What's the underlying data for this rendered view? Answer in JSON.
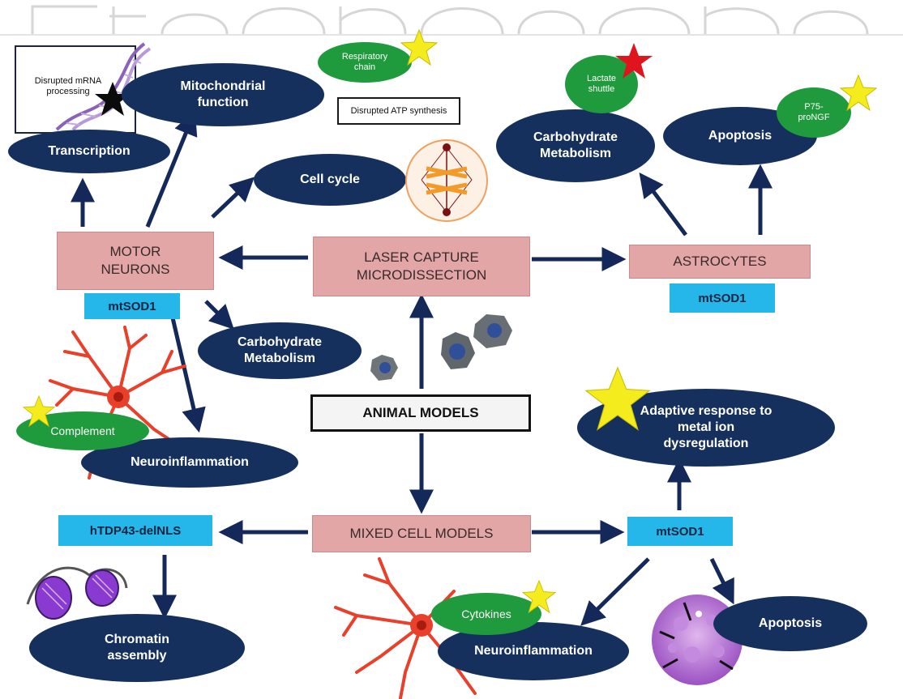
{
  "nodes": {
    "laser": "LASER CAPTURE\nMICRODISSECTION",
    "animal_models": "ANIMAL MODELS",
    "mixed_cell_models": "MIXED CELL MODELS",
    "motor_neurons": "MOTOR\nNEURONS",
    "astrocytes": "ASTROCYTES",
    "mtsod1_motor": "mtSOD1",
    "mtsod1_astro": "mtSOD1",
    "mtsod1_mixed": "mtSOD1",
    "htdp43": "hTDP43-delNLS",
    "transcription": "Transcription",
    "mito_function": "Mitochondrial\nfunction",
    "respiratory_chain": "Respiratory\nchain",
    "disrupted_atp": "Disrupted ATP synthesis",
    "disrupted_mrna": "Disrupted mRNA\nprocessing",
    "cell_cycle": "Cell cycle",
    "carb_metab_top": "Carbohydrate\nMetabolism",
    "lactate_shuttle": "Lactate\nshuttle",
    "apoptosis_top": "Apoptosis",
    "p75": "P75-\nproNGF",
    "carb_metab_mid": "Carbohydrate\nMetabolism",
    "complement": "Complement",
    "neuroinflammation_left": "Neuroinflammation",
    "adaptive_response": "Adaptive response to\nmetal ion\ndysregulation",
    "chromatin": "Chromatin\nassembly",
    "cytokines": "Cytokines",
    "neuroinflammation_bottom": "Neuroinflammation",
    "apoptosis_bottom": "Apoptosis"
  },
  "colors": {
    "dark_oval": "#16305e",
    "green_oval": "#1f9a3c",
    "pink_box": "#e3a6a6",
    "cyan_box": "#26b7ea",
    "arrow": "#14285a",
    "star_yellow": "#f4ec1c",
    "star_red": "#e0141c",
    "neuron_red": "#e8402a"
  },
  "icons": [
    "yellow-star-icon",
    "red-star-icon",
    "black-star-icon",
    "dna-helix-icon",
    "mitotic-cell-icon",
    "neuron-icon",
    "chromatin-glasses-icon",
    "apoptotic-cell-icon",
    "tissue-section-icon"
  ]
}
